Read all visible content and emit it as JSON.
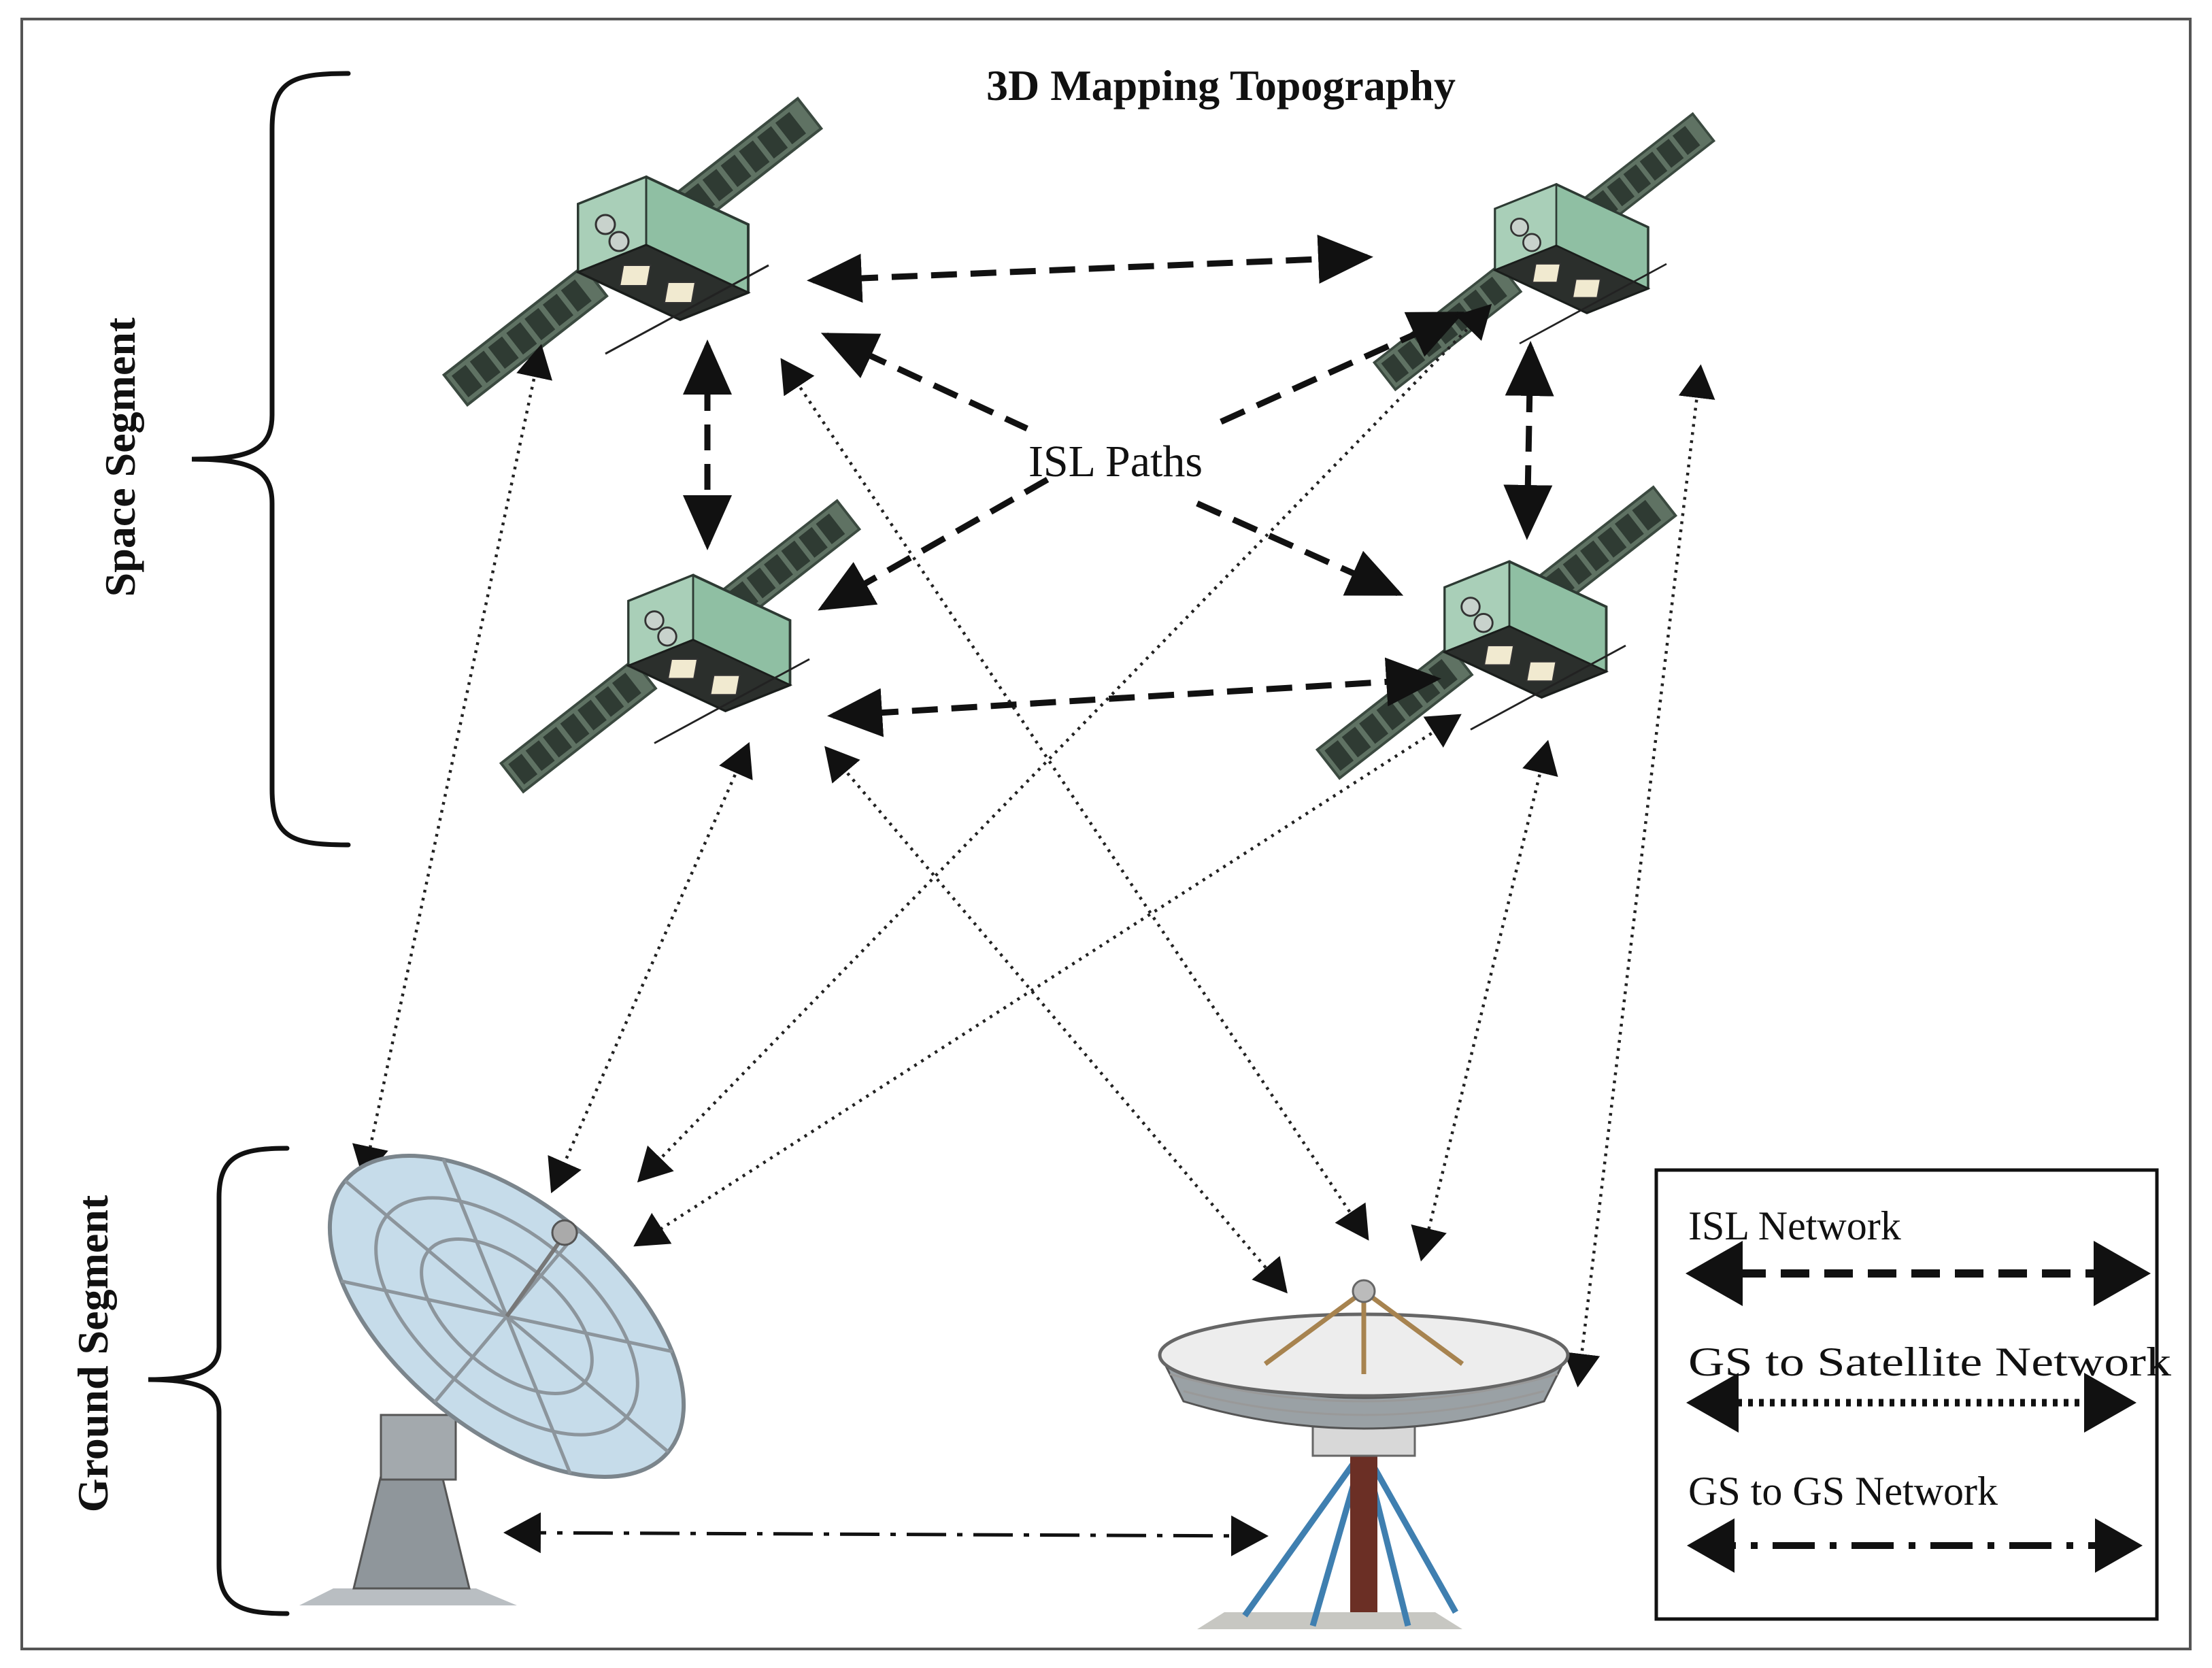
{
  "title": "3D Mapping Topography",
  "isl_label": "ISL Paths",
  "segments": {
    "space": "Space Segment",
    "ground": "Ground Segment"
  },
  "legend": {
    "isl": "ISL Network",
    "gs_satellite": "GS to Satellite Network",
    "gs_gs": "GS to GS Network"
  },
  "colors": {
    "solar_panel": "#5a6b5d",
    "solar_cell": "#2f3b33",
    "cubesat_green": "#8fbfa3",
    "dish_blue": "#b8d4e6",
    "dish_frame": "#8c959c",
    "tower_blue": "#3f7fb0"
  },
  "icons": [
    "satellite-icon",
    "radio-telescope-icon",
    "dish-antenna-icon"
  ]
}
